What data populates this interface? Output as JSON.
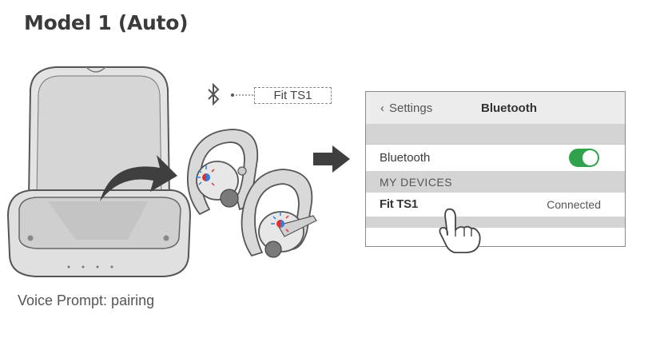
{
  "title": "Model 1 (Auto)",
  "voice_prompt": "Voice Prompt: pairing",
  "bluetooth_device_label": "Fit TS1",
  "phone": {
    "back_label": "Settings",
    "header": "Bluetooth",
    "bluetooth_label": "Bluetooth",
    "bluetooth_on": true,
    "section_label": "MY DEVICES",
    "device_name": "Fit TS1",
    "device_status": "Connected"
  },
  "colors": {
    "toggle_on": "#2fa24b",
    "led_red": "#e0312f",
    "led_blue": "#2f7fe0"
  }
}
